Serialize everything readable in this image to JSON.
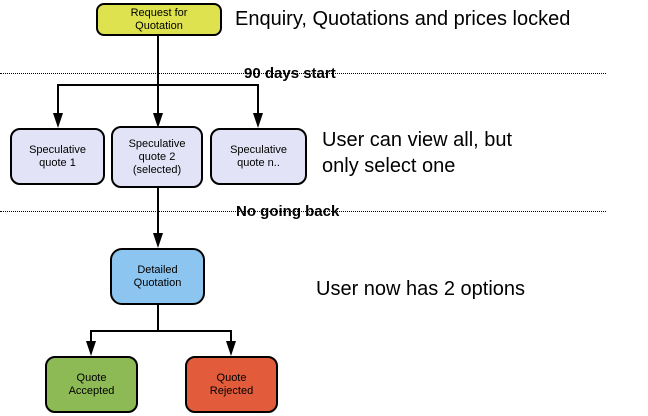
{
  "annotations": {
    "enquiry": "Enquiry, Quotations and prices locked",
    "view_all_line1": "User can view all, but",
    "view_all_line2": "only select one",
    "two_options": "User now has 2 options"
  },
  "dividers": [
    {
      "label": "90 days start"
    },
    {
      "label": "No going back"
    }
  ],
  "nodes": {
    "request_for_quotation": {
      "lines": [
        "Request for",
        "Quotation"
      ],
      "color": "#dee24f"
    },
    "speculative_quote_1": {
      "lines": [
        "Speculative",
        "quote 1"
      ],
      "color": "#e3e3f7"
    },
    "speculative_quote_2": {
      "lines": [
        "Speculative",
        "quote 2",
        "(selected)"
      ],
      "color": "#e3e3f7"
    },
    "speculative_quote_n": {
      "lines": [
        "Speculative",
        "quote n.."
      ],
      "color": "#e3e3f7"
    },
    "detailed_quotation": {
      "lines": [
        "Detailed",
        "Quotation"
      ],
      "color": "#8cc5ef"
    },
    "quote_accepted": {
      "lines": [
        "Quote",
        "Accepted"
      ],
      "color": "#8dba54"
    },
    "quote_rejected": {
      "lines": [
        "Quote",
        "Rejected"
      ],
      "color": "#e25c3c"
    }
  },
  "colors": {
    "line": "#000000",
    "background": "#ffffff"
  }
}
